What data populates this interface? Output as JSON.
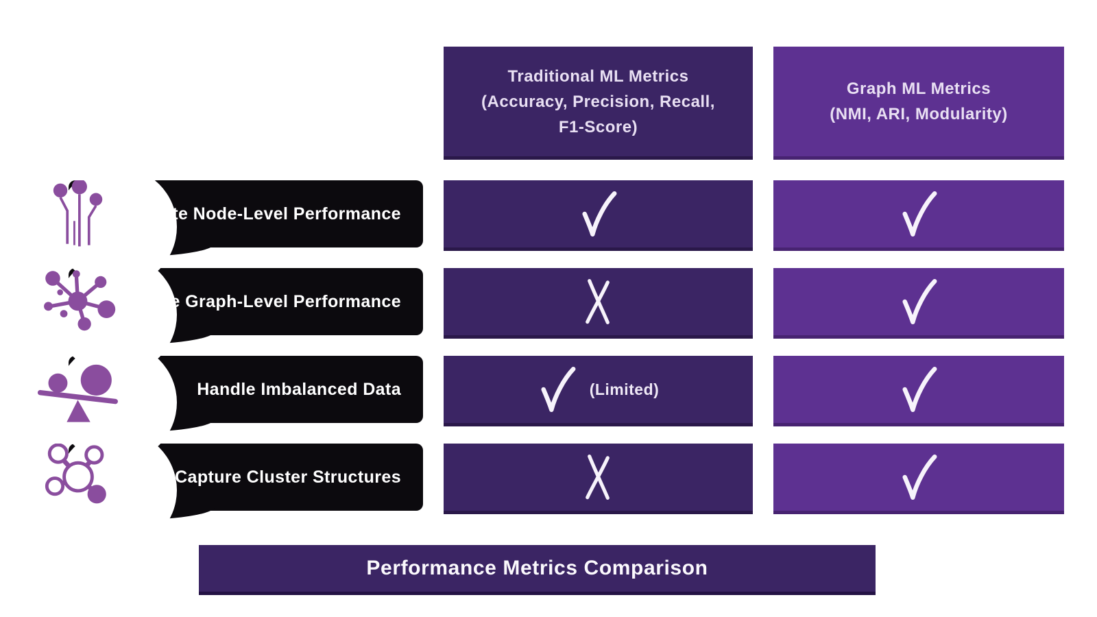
{
  "colors": {
    "dark_purple": "#3b2564",
    "mid_purple": "#5d3191",
    "label_black": "#0c0a0e",
    "icon_purple": "#8a4d9e",
    "header_text": "#e9e0f3",
    "mark_white": "#f7f3fb"
  },
  "table": {
    "columns": [
      {
        "title": "Traditional ML Metrics",
        "subtitle": "(Accuracy, Precision, Recall, F1-Score)"
      },
      {
        "title": "Graph ML Metrics",
        "subtitle": "(NMI, ARI, Modularity)"
      }
    ],
    "rows": [
      {
        "label": "Evaluate Node-Level Performance",
        "icon": "node-pins-icon",
        "traditional": {
          "mark": "check",
          "note": ""
        },
        "graph": {
          "mark": "check",
          "note": ""
        }
      },
      {
        "label": "Evaluate Graph-Level Performance",
        "icon": "network-graph-icon",
        "traditional": {
          "mark": "cross",
          "note": ""
        },
        "graph": {
          "mark": "check",
          "note": ""
        }
      },
      {
        "label": "Handle Imbalanced Data",
        "icon": "balance-scale-icon",
        "traditional": {
          "mark": "check",
          "note": "(Limited)"
        },
        "graph": {
          "mark": "check",
          "note": ""
        }
      },
      {
        "label": "Capture Cluster Structures",
        "icon": "cluster-nodes-icon",
        "traditional": {
          "mark": "cross",
          "note": ""
        },
        "graph": {
          "mark": "check",
          "note": ""
        }
      }
    ]
  },
  "footer": {
    "title": "Performance Metrics Comparison"
  }
}
